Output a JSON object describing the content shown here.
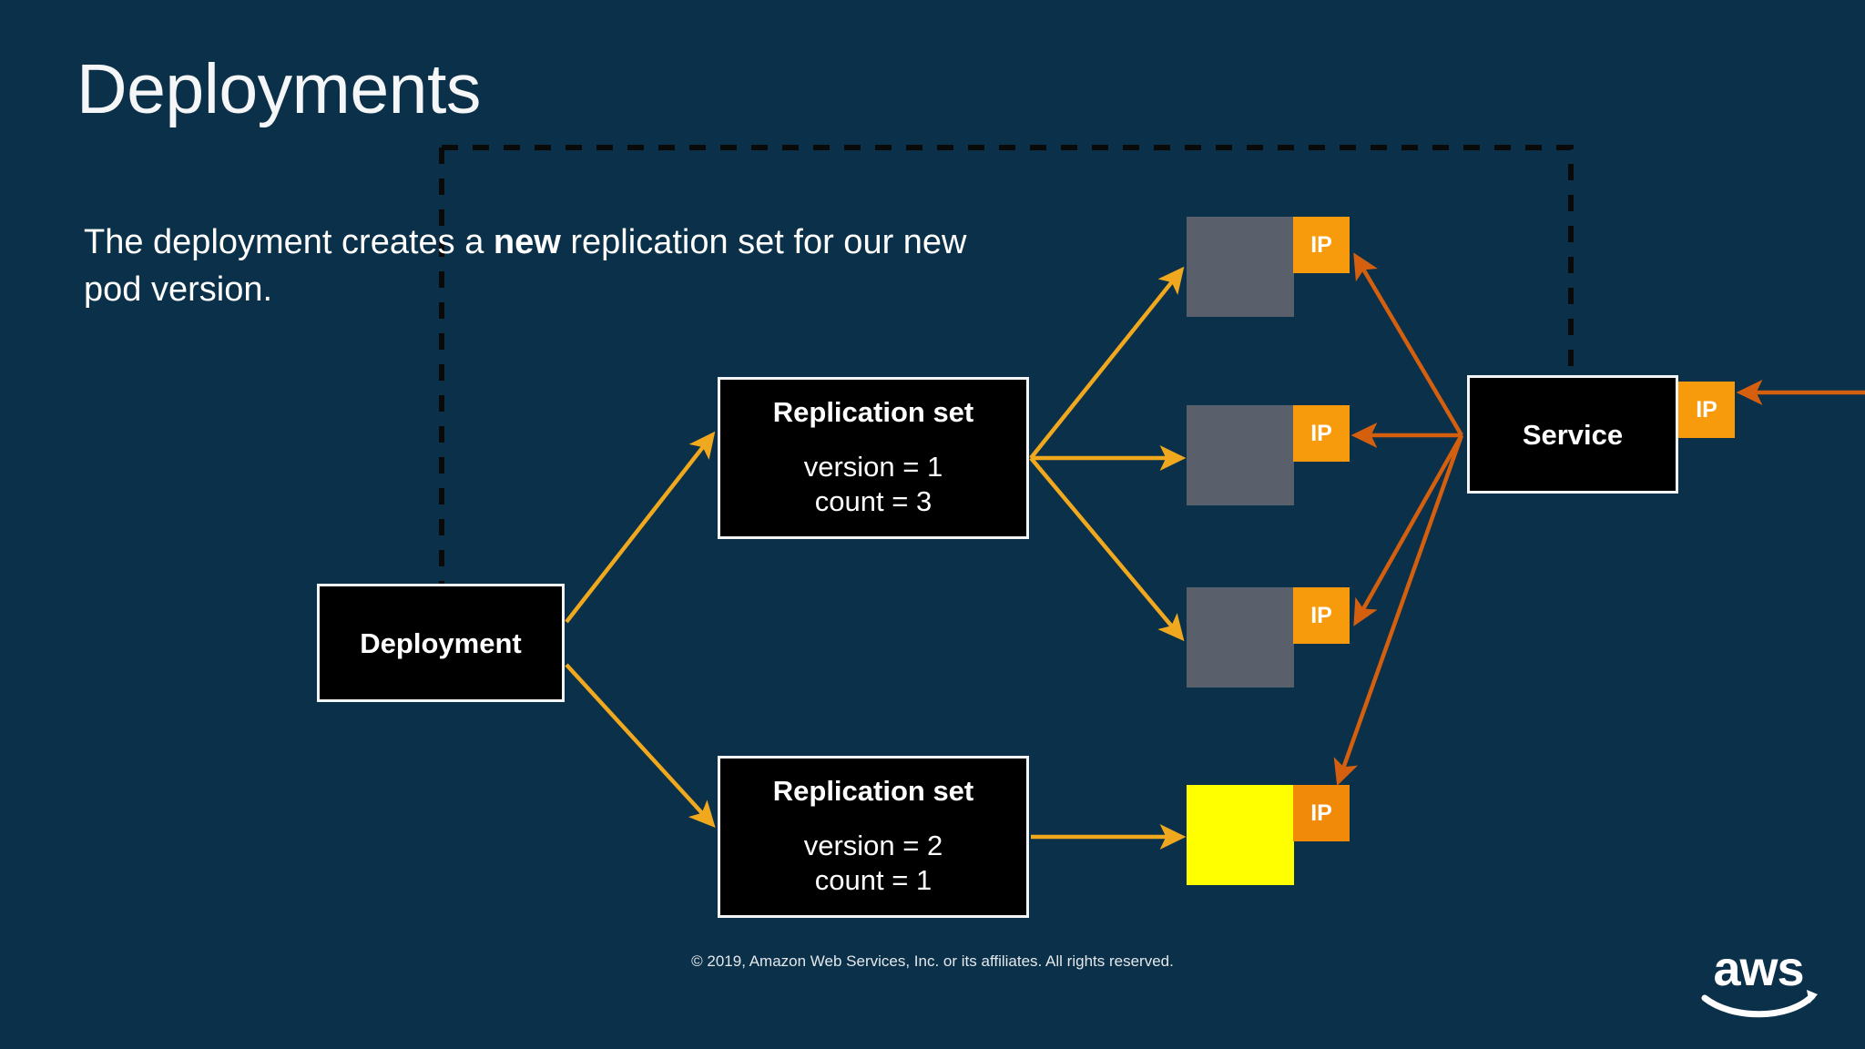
{
  "slide": {
    "title": "Deployments",
    "body_prefix": "The deployment creates a ",
    "body_emphasis": "new",
    "body_suffix": " replication set for our new pod version.",
    "footer": "© 2019, Amazon Web Services, Inc. or its affiliates. All rights reserved.",
    "logo_name": "aws-logo"
  },
  "colors": {
    "background": "#0B3049",
    "node_fill": "#000000",
    "node_border": "#F2F4F5",
    "pod_gray": "#5A606B",
    "pod_yellow": "#FFFF00",
    "ip_orange": "#F79B0C",
    "arrow_amber": "#F0A81E",
    "arrow_rust": "#D4600F",
    "dashed_boundary": "#0A0A0A",
    "title_text": "#F4F6F7"
  },
  "diagram": {
    "boundary_label": "deployment-boundary",
    "nodes": {
      "deployment": {
        "label": "Deployment"
      },
      "replication_set_1": {
        "title": "Replication set",
        "version": "version = 1",
        "count": "count = 3"
      },
      "replication_set_2": {
        "title": "Replication set",
        "version": "version = 2",
        "count": "count = 1"
      },
      "service": {
        "label": "Service"
      }
    },
    "pods": [
      {
        "name": "pod-1",
        "state": "gray",
        "ip_label": "IP"
      },
      {
        "name": "pod-2",
        "state": "gray",
        "ip_label": "IP"
      },
      {
        "name": "pod-3",
        "state": "gray",
        "ip_label": "IP"
      },
      {
        "name": "pod-4",
        "state": "yellow",
        "ip_label": "IP"
      }
    ],
    "service_ip": {
      "ip_label": "IP"
    }
  }
}
